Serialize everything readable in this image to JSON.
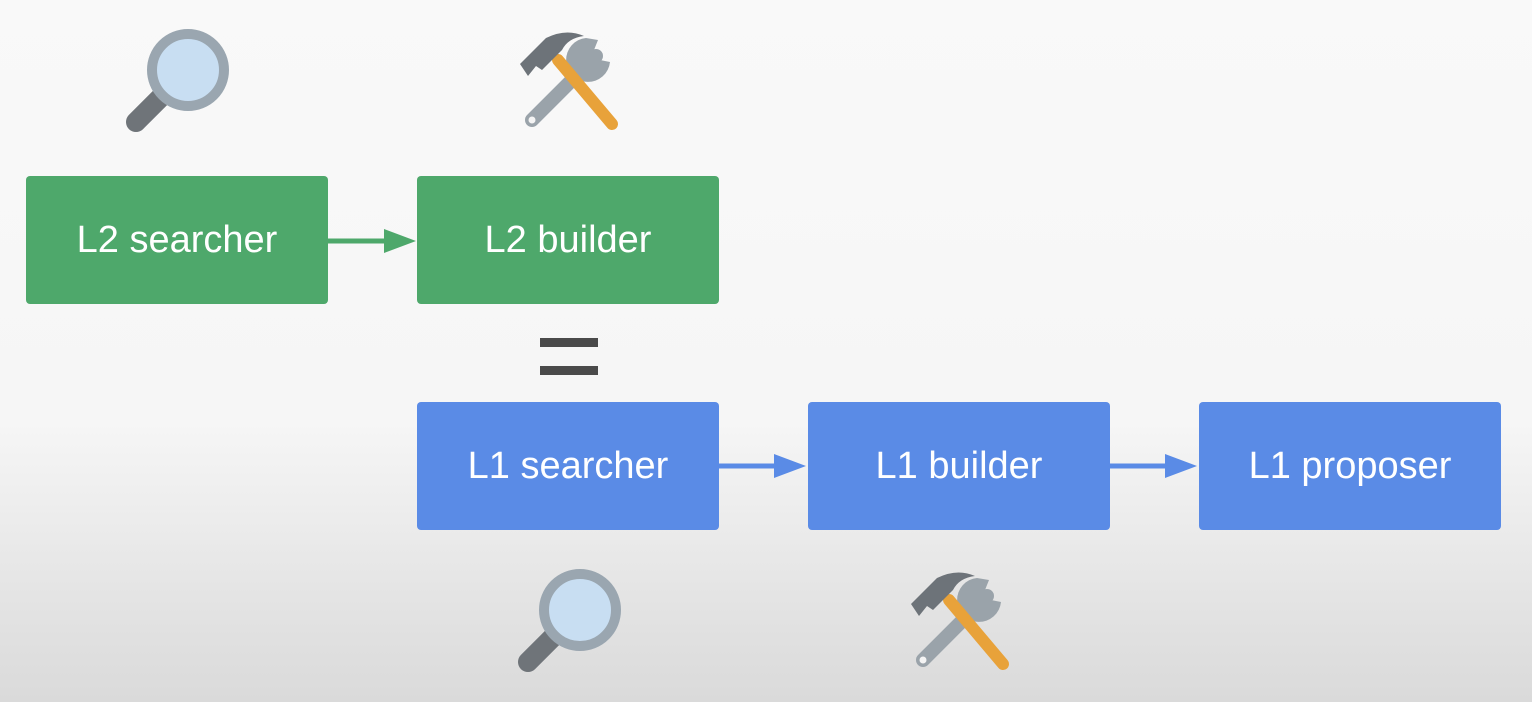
{
  "diagram": {
    "top_row": [
      {
        "label": "L2 searcher",
        "icon": "magnifier-icon"
      },
      {
        "label": "L2 builder",
        "icon": "hammer-wrench-icon"
      }
    ],
    "bottom_row": [
      {
        "label": "L1 searcher",
        "icon": "magnifier-icon"
      },
      {
        "label": "L1 builder",
        "icon": "hammer-wrench-icon"
      },
      {
        "label": "L1 proposer"
      }
    ],
    "relation": "equals",
    "colors": {
      "level2": "#4ea86b",
      "level1": "#5a8be6",
      "arrow_green": "#4ea86b",
      "arrow_blue": "#5a8be6"
    }
  }
}
